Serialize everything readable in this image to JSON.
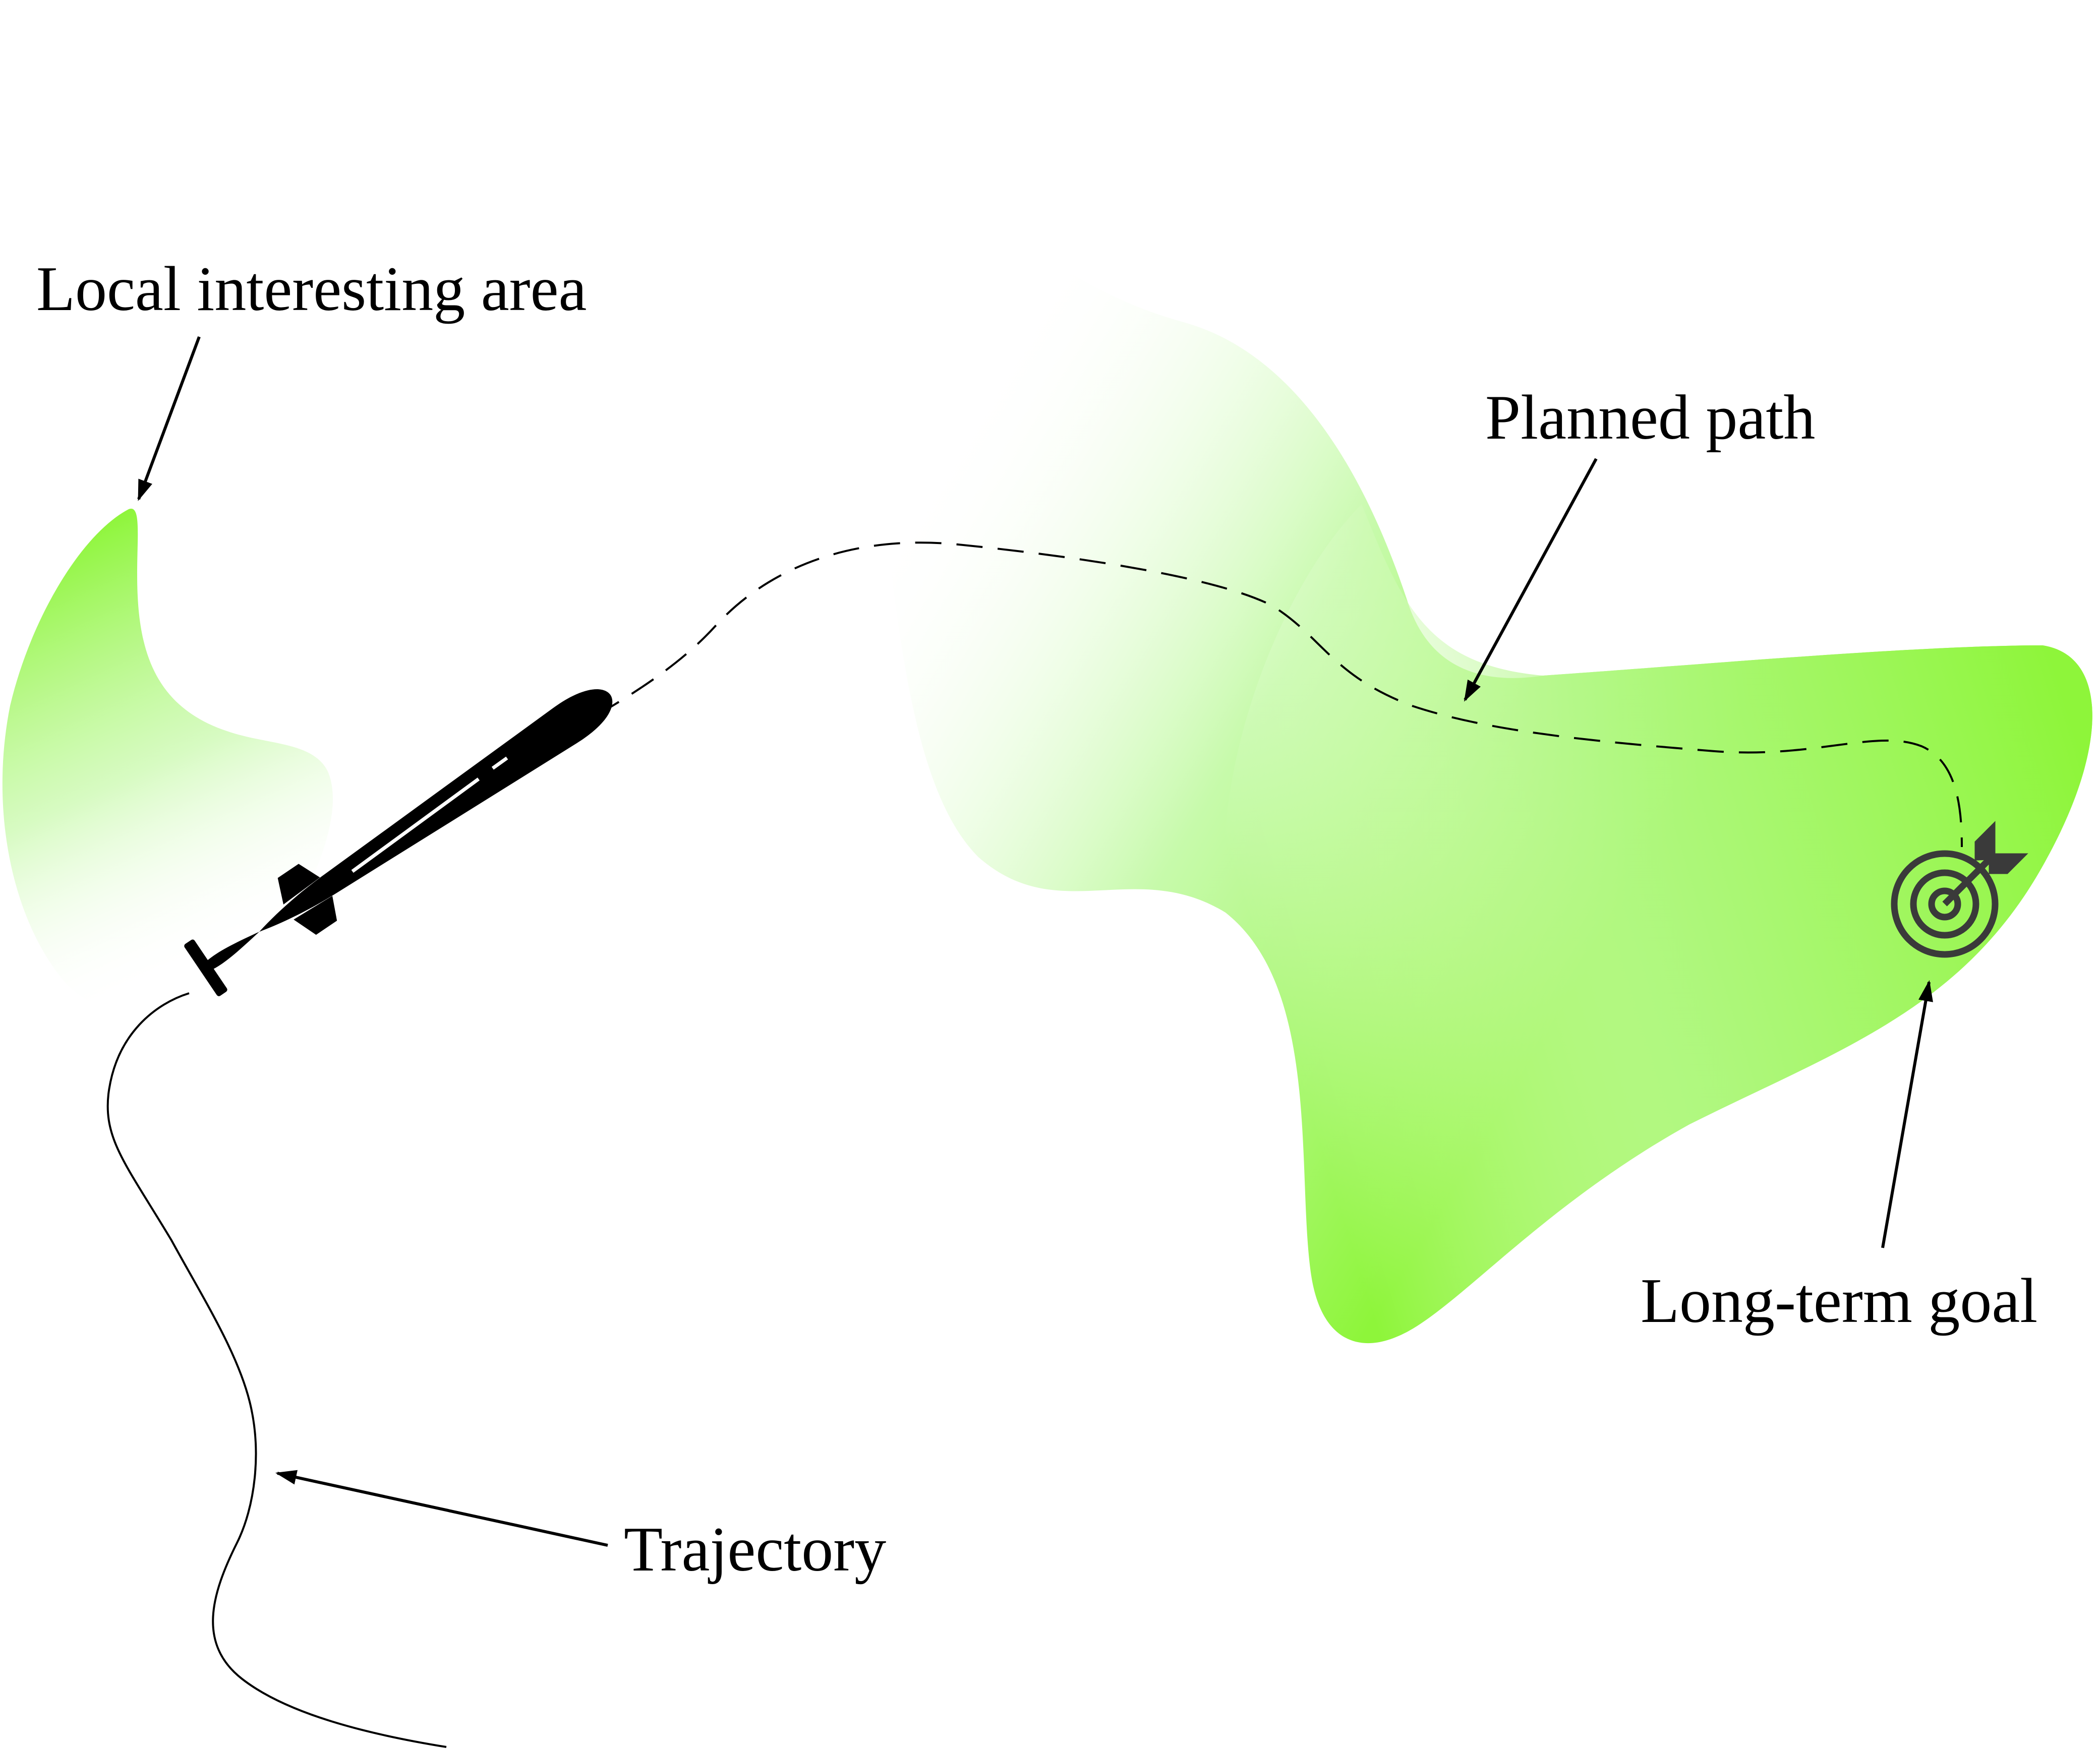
{
  "labels": {
    "local_area": "Local interesting area",
    "planned_path": "Planned path",
    "trajectory": "Trajectory",
    "long_term_goal": "Long-term goal"
  },
  "colors": {
    "region_fill": "#8ef53a",
    "region_fade": "#ffffff",
    "ink": "#000000",
    "goal_icon": "#3a3a3a"
  },
  "icons": {
    "vehicle": "underwater-vehicle-icon",
    "goal": "target-arrow-icon"
  }
}
